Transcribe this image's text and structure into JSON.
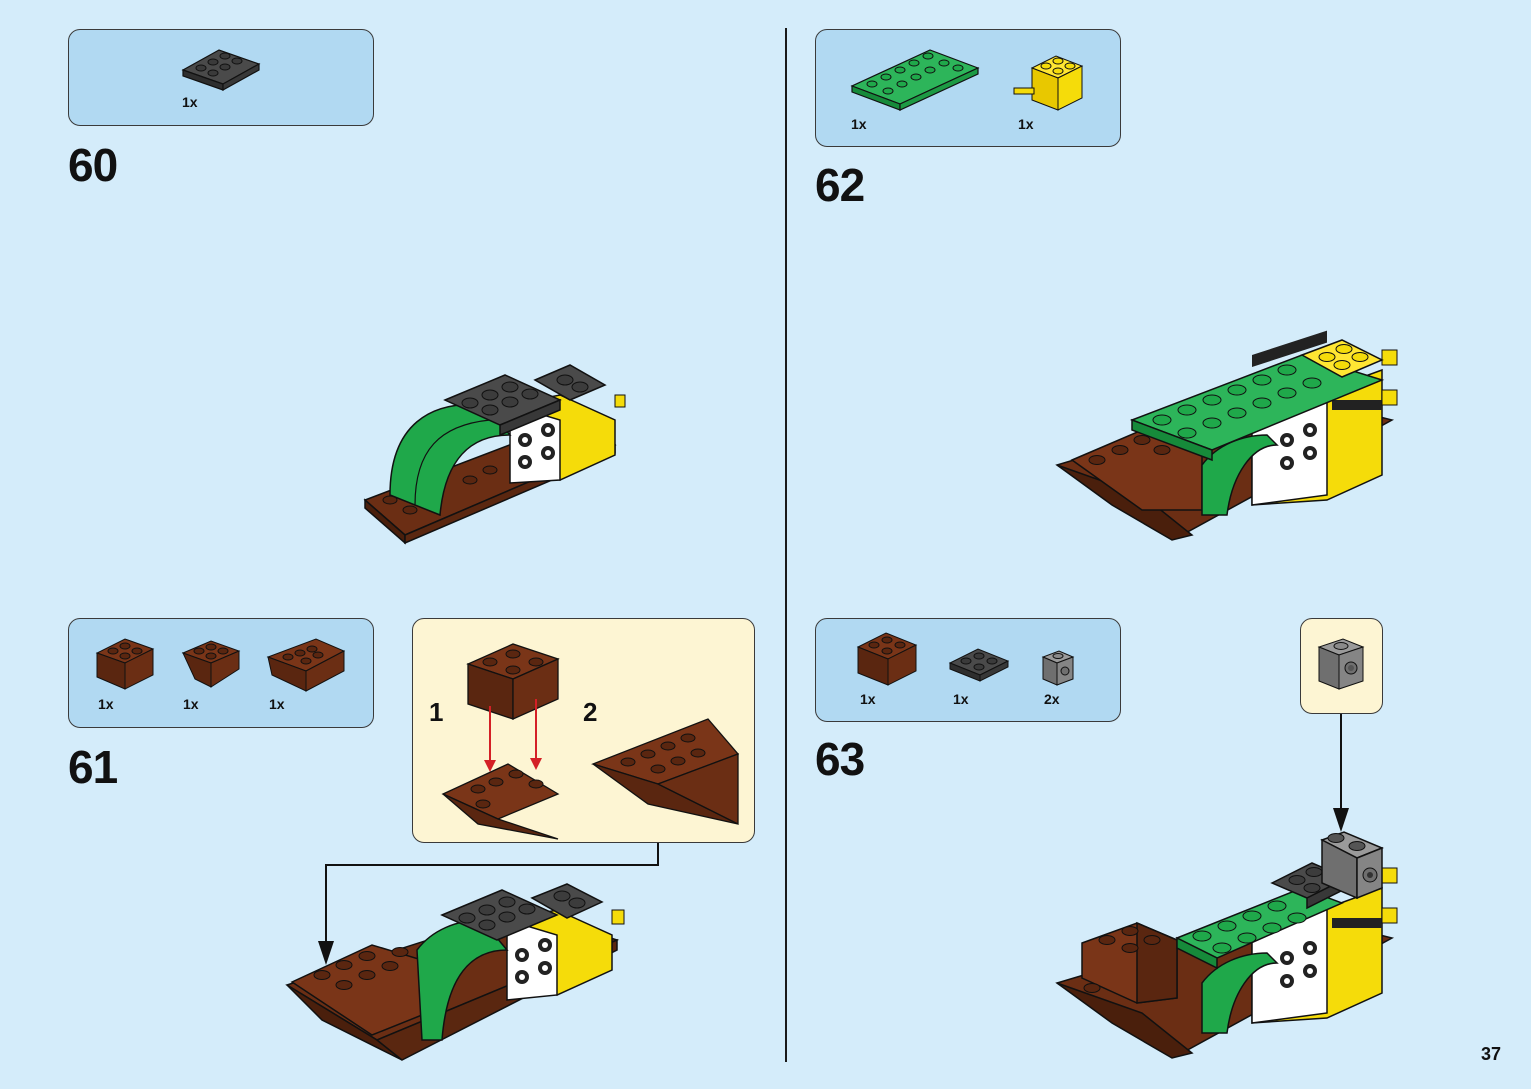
{
  "page_number": "37",
  "steps": [
    {
      "number": "60",
      "parts": [
        {
          "qty": "1x",
          "name": "dark-grey-plate-2x3"
        }
      ]
    },
    {
      "number": "61",
      "parts": [
        {
          "qty": "1x",
          "name": "brown-brick-2x2"
        },
        {
          "qty": "1x",
          "name": "brown-slope-inverted"
        },
        {
          "qty": "1x",
          "name": "brown-wedge-slope"
        }
      ],
      "substeps": [
        "1",
        "2"
      ]
    },
    {
      "number": "62",
      "parts": [
        {
          "qty": "1x",
          "name": "green-plate-2x6"
        },
        {
          "qty": "1x",
          "name": "yellow-brick-with-axle"
        }
      ]
    },
    {
      "number": "63",
      "parts": [
        {
          "qty": "1x",
          "name": "brown-brick-2x2"
        },
        {
          "qty": "1x",
          "name": "dark-grey-plate-2x2"
        },
        {
          "qty": "2x",
          "name": "grey-brick-1x1-with-stud"
        }
      ]
    }
  ],
  "colors": {
    "background": "#d4ecfa",
    "parts_box": "#b1d9f2",
    "substep_box": "#fdf5d3",
    "green": "#1fa84a",
    "brown": "#6b2e14",
    "yellow": "#f5dc0a",
    "dark_grey": "#3c3c3c",
    "arrow_red": "#d42026"
  }
}
